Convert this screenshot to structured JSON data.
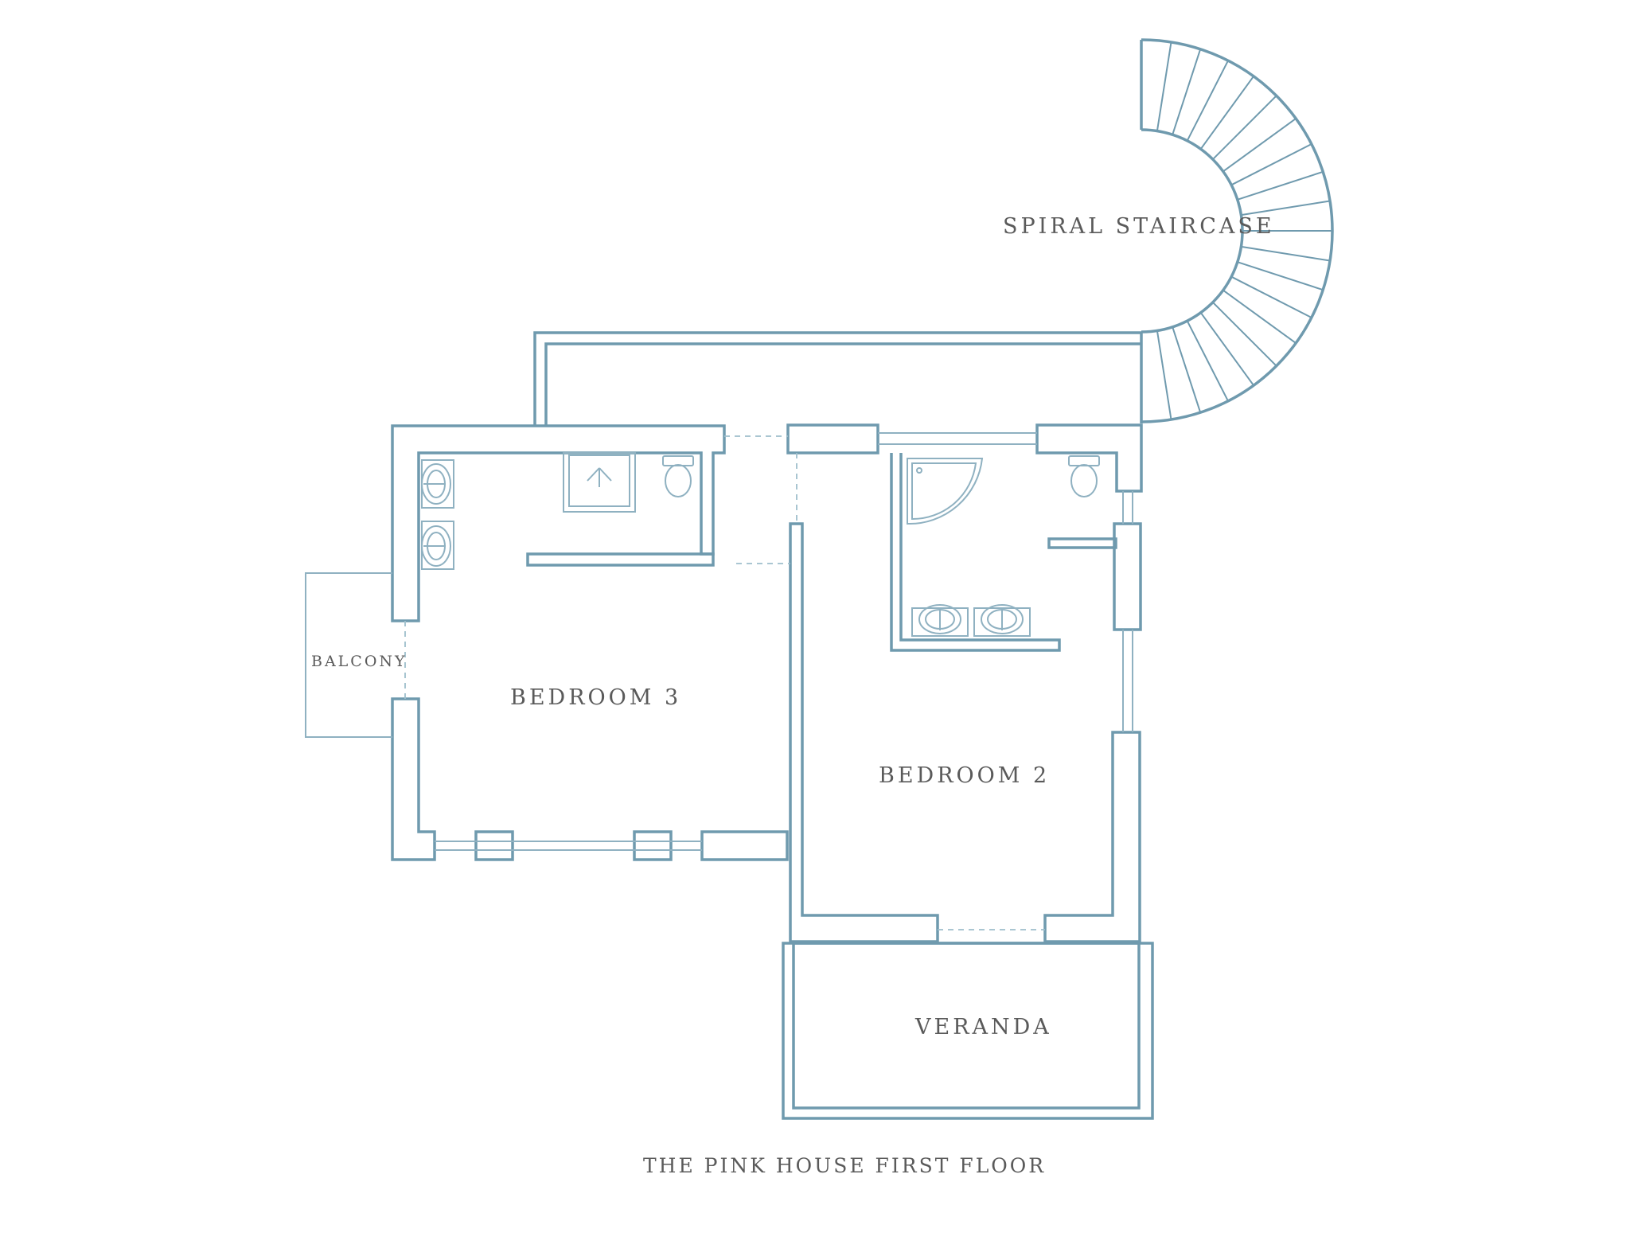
{
  "title": "THE PINK HOUSE FIRST FLOOR",
  "rooms": {
    "spiral_staircase": "SPIRAL STAIRCASE",
    "balcony": "BALCONY",
    "bedroom_3": "BEDROOM 3",
    "bedroom_2": "BEDROOM 2",
    "veranda": "VERANDA"
  },
  "colors": {
    "wall": "#6f9aae",
    "fixture": "#8fb1c1",
    "label": "#5a5a5a",
    "background": "#ffffff"
  }
}
